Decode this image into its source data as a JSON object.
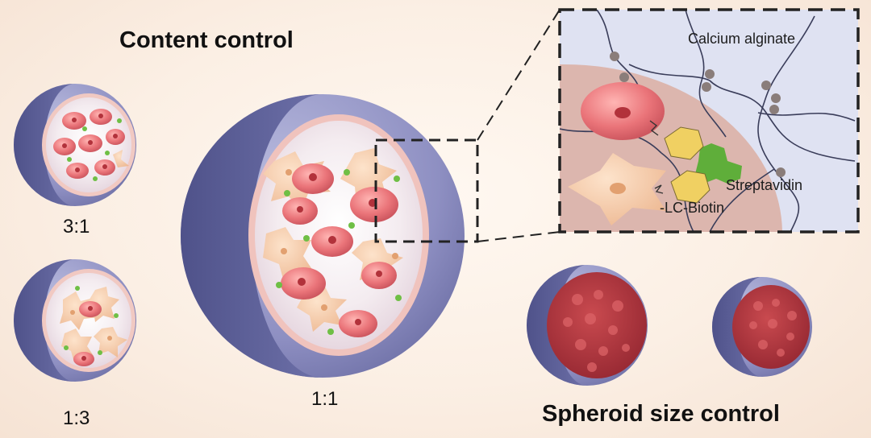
{
  "titles": {
    "content_control": "Content control",
    "spheroid_size_control": "Spheroid size control"
  },
  "ratios": {
    "r3_1": "3:1",
    "r1_3": "1:3",
    "r1_1": "1:1"
  },
  "inset_labels": {
    "calcium_alginate": "Calcium alginate",
    "streptavidin": "Streptavidin",
    "lc_biotin": "-LC-Biotin"
  },
  "colors": {
    "shell_blue": "#8e8fc2",
    "shell_dark": "#5a5d96",
    "cell_red": "#e9777c",
    "fibroblast": "#f2c39c",
    "spheroid_red": "#b3333d",
    "biotin_yellow": "#f0d062",
    "streptavidin_green": "#5fae3a",
    "inset_bg": "#dfe2f2"
  }
}
